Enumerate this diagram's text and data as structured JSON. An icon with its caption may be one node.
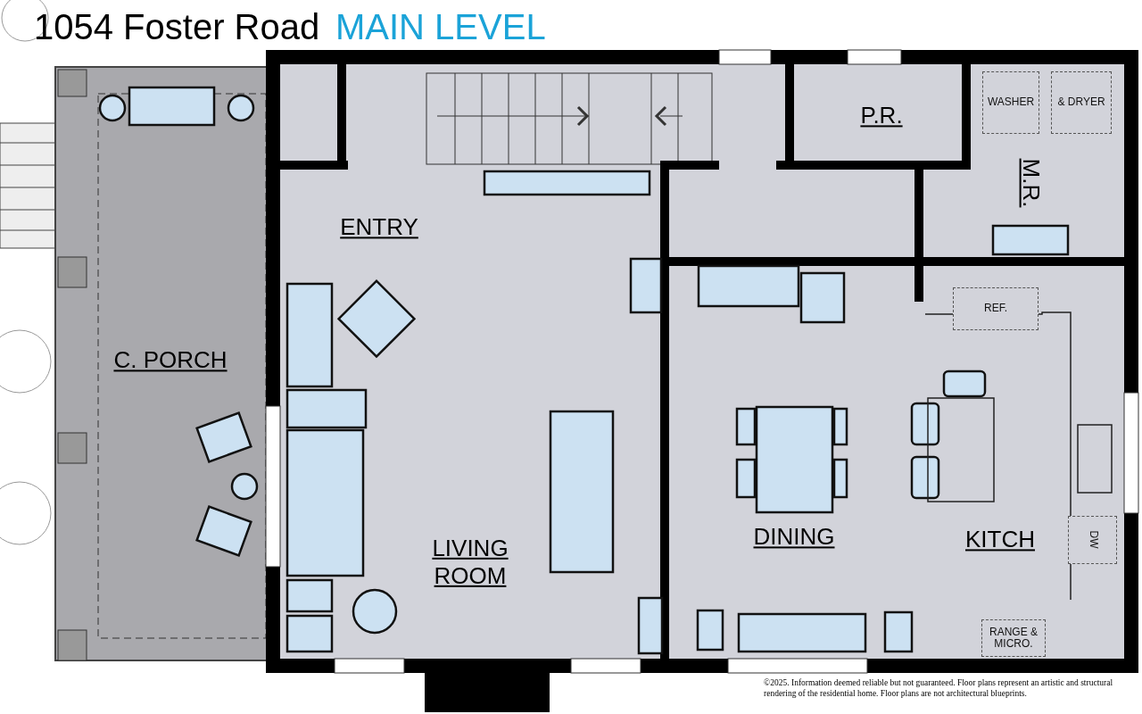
{
  "diagram": {
    "title": "1054 Foster Road",
    "caption": "©2025. Information deemed reliable but not guaranteed. Floor plans represent an artistic and structural rendering of the residential home. Floor plans are not architectural blueprints.",
    "nodes": [
      {
        "text": [
          "C. PORCH"
        ]
      },
      {
        "text": [
          "ENTRY"
        ]
      },
      {
        "text": [
          "P.R."
        ]
      },
      {
        "text": [
          "M.R."
        ]
      },
      {
        "text": [
          "WASHER"
        ],
        "in": 3
      },
      {
        "text": [
          "& DRYER"
        ],
        "in": 3
      },
      {
        "text": [
          "LIVING ROOM"
        ]
      },
      {
        "text": [
          "DINING"
        ]
      },
      {
        "text": [
          "KITCH"
        ]
      },
      {
        "text": [
          "REF."
        ],
        "in": 8
      },
      {
        "text": [
          "DW"
        ],
        "in": 8
      },
      {
        "text": [
          "RANGE & MICRO."
        ],
        "in": 8
      }
    ],
    "labels": [
      "MAIN LEVEL"
    ]
  }
}
